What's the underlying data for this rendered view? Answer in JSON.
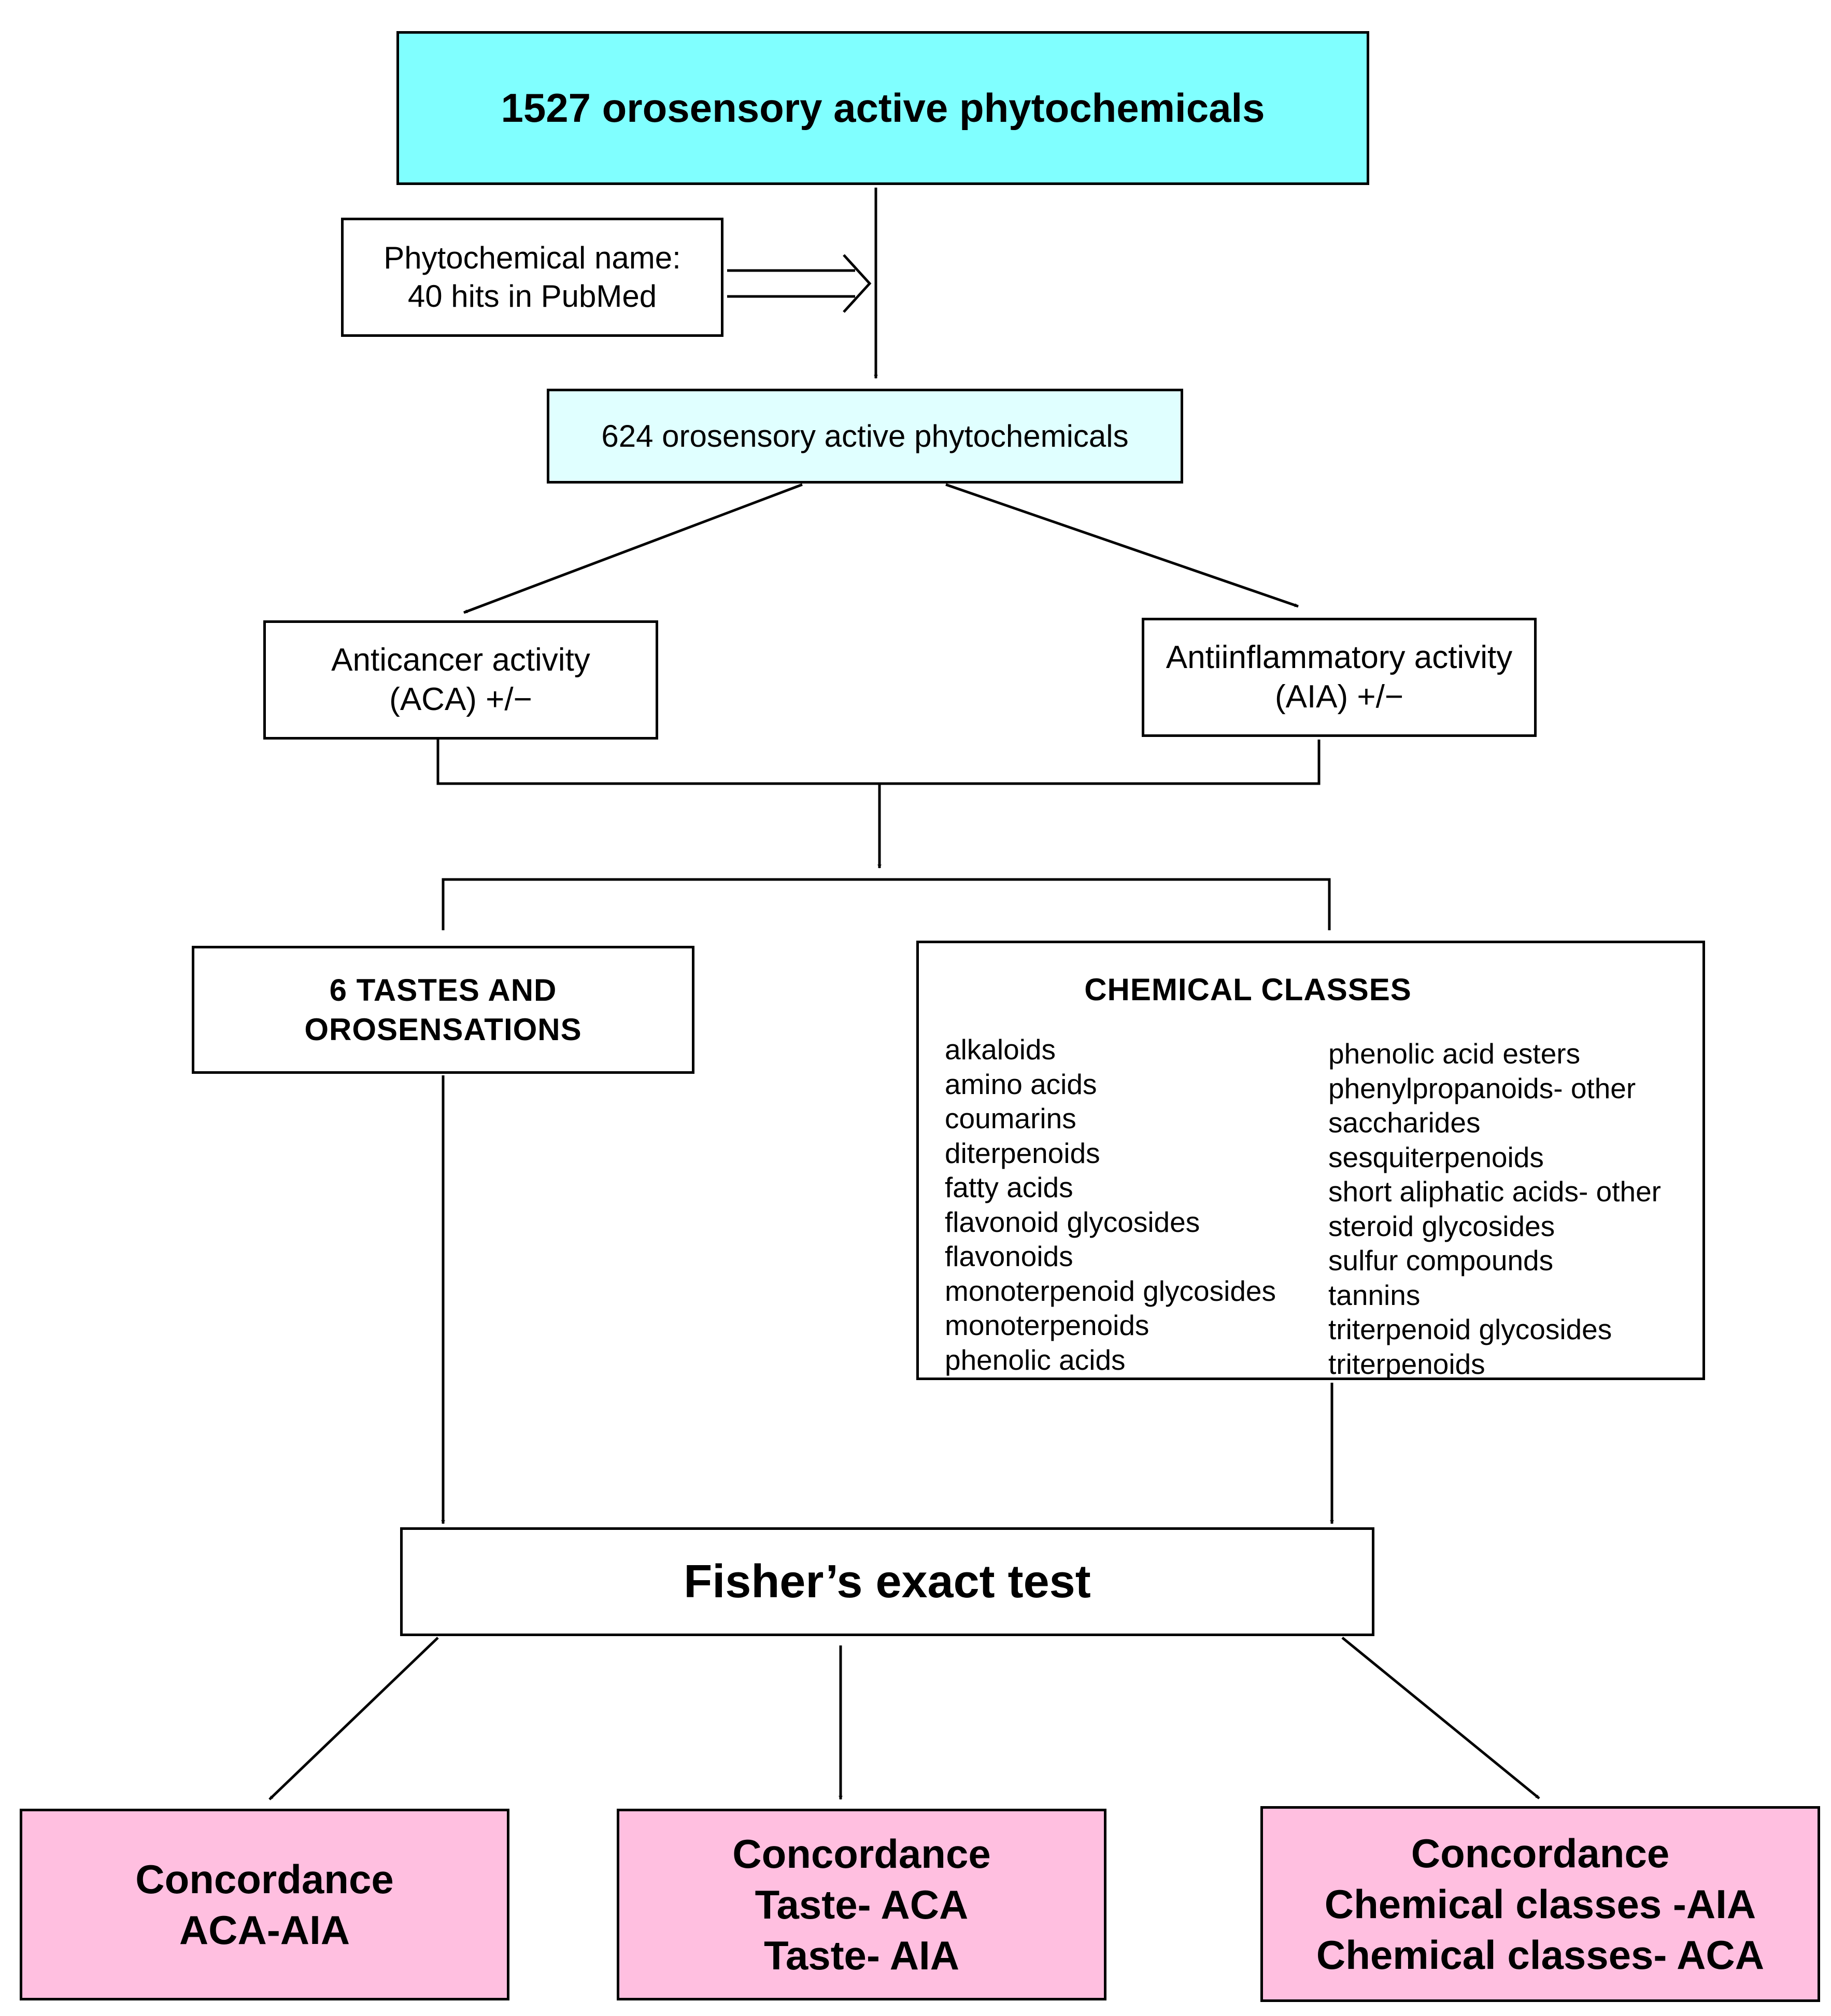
{
  "top_box": {
    "text": "1527 orosensory active phytochemicals"
  },
  "filter_box": {
    "lines": [
      "Phytochemical name:",
      "40 hits in PubMed"
    ]
  },
  "second_box": {
    "text": "624 orosensory active phytochemicals"
  },
  "aca_box": {
    "lines": [
      "Anticancer activity",
      "(ACA) +/−"
    ]
  },
  "aia_box": {
    "lines": [
      "Antiinflammatory activity",
      "(AIA) +/−"
    ]
  },
  "tastes_box": {
    "lines": [
      "6 TASTES AND",
      "OROSENSATIONS"
    ]
  },
  "chemical_classes": {
    "title": "CHEMICAL CLASSES",
    "left": [
      "alkaloids",
      "amino acids",
      "coumarins",
      "diterpenoids",
      "fatty acids",
      "flavonoid glycosides",
      "flavonoids",
      "monoterpenoid glycosides",
      "monoterpenoids",
      "phenolic acids"
    ],
    "right": [
      "phenolic acid esters",
      "phenylpropanoids- other",
      "saccharides",
      "sesquiterpenoids",
      "short aliphatic acids- other",
      "steroid glycosides",
      "sulfur compounds",
      "tannins",
      "triterpenoid glycosides",
      "triterpenoids"
    ]
  },
  "fisher_box": {
    "text": "Fisher’s exact test"
  },
  "outcomes": [
    {
      "lines": [
        "Concordance",
        "ACA-AIA"
      ]
    },
    {
      "lines": [
        "Concordance",
        "Taste- ACA",
        "Taste- AIA"
      ]
    },
    {
      "lines": [
        "Concordance",
        "Chemical classes -AIA",
        "Chemical classes- ACA"
      ]
    }
  ],
  "colors": {
    "top_box": "#80ffff",
    "second_box": "#e0ffff",
    "outcome_boxes": "#ffbfe0",
    "lines": "#000000"
  }
}
